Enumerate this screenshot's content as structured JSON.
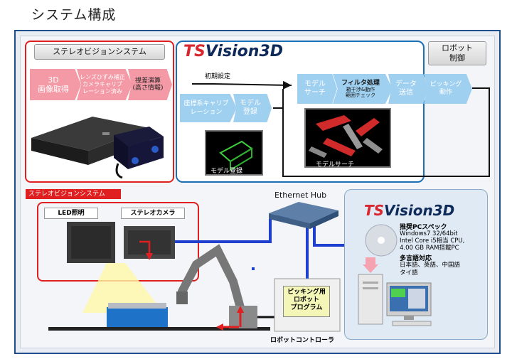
{
  "title": "システム構成",
  "top_stereo": {
    "heading": "ステレオビジョンシステム",
    "steps": [
      "3D\n画像取得",
      "レンズひずみ補正\nカメラキャリブ\nレーション済み",
      "視差演算\n(高さ情報)"
    ]
  },
  "vision_logo": {
    "prefix": "TS",
    "name": "Vision3D"
  },
  "initial_setup": "初期設定",
  "setup_steps": [
    "座標系キャリブ\nレーション",
    "モデル\n登録"
  ],
  "model_register_caption": "モデル登録",
  "flow_steps": [
    {
      "title": "モデル\nサーチ",
      "sub": ""
    },
    {
      "title": "フィルタ処理",
      "sub": "箱干渉&動作\n範囲チェック"
    },
    {
      "title": "データ\n送信",
      "sub": ""
    },
    {
      "title": "ピッキング\n動作",
      "sub": ""
    }
  ],
  "model_search_caption": "モデルサーチ",
  "robot_control": "ロボット\n制御",
  "bottom_stereo": {
    "heading": "ステレオビジョンシステム",
    "led_label": "LED照明",
    "camera_label": "ステレオカメラ"
  },
  "ethernet_hub": "Ethernet Hub",
  "robot_program": "ピッキング用\nロボット\nプログラム",
  "robot_controller": "ロボットコントローラ",
  "pc_spec": {
    "heading": "推奨PCスペック",
    "lines": [
      "Windows7 32/64bit",
      "Intel Core i5相当 CPU,",
      "4.00 GB RAM搭載PC"
    ],
    "lang_heading": "多言語対応",
    "lang_lines": [
      "日本語、英語、中国語",
      "タイ語"
    ]
  },
  "colors": {
    "red": "#e02020",
    "blue": "#1b6fb4",
    "pink": "#f49aa6",
    "light_blue": "#9fd0f0",
    "cable": "#1f3fcf"
  }
}
